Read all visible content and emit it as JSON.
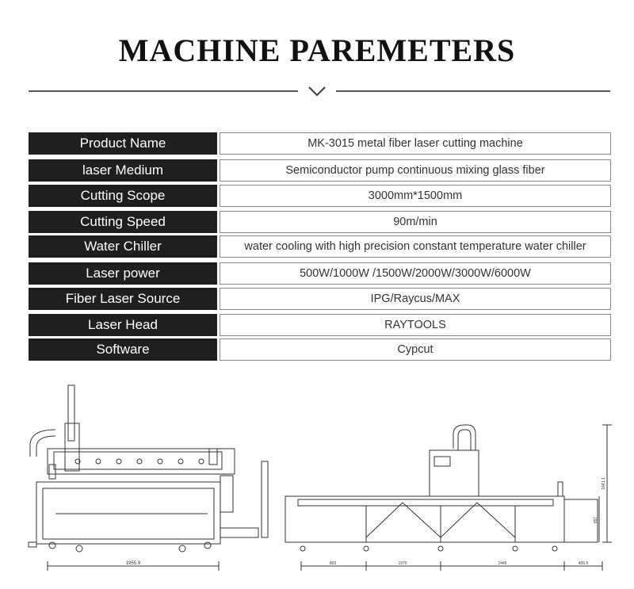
{
  "title": "MACHINE PAREMETERS",
  "icons": {
    "divider": "chevron-down-icon"
  },
  "parameters": [
    {
      "label": "Product Name",
      "value": "MK-3015 metal fiber laser cutting machine"
    },
    {
      "label": "laser Medium",
      "value": "Semiconductor pump continuous mixing glass fiber"
    },
    {
      "label": "Cutting Scope",
      "value": "3000mm*1500mm"
    },
    {
      "label": "Cutting Speed",
      "value": "90m/min"
    },
    {
      "label": "Water Chiller",
      "value": "water cooling with high precision constant temperature water chiller"
    },
    {
      "label": "Laser power",
      "value": "500W/1000W /1500W/2000W/3000W/6000W"
    },
    {
      "label": "Fiber Laser Source",
      "value": "IPG/Raycus/MAX"
    },
    {
      "label": "Laser Head",
      "value": "RAYTOOLS"
    },
    {
      "label": "Software",
      "value": "Cypcut"
    }
  ],
  "drawing": {
    "front_dimension": "1955.9",
    "side_dimensions": [
      "803",
      "1970",
      "1446",
      "409.5"
    ],
    "side_heights": [
      "1641.1",
      "857"
    ]
  }
}
